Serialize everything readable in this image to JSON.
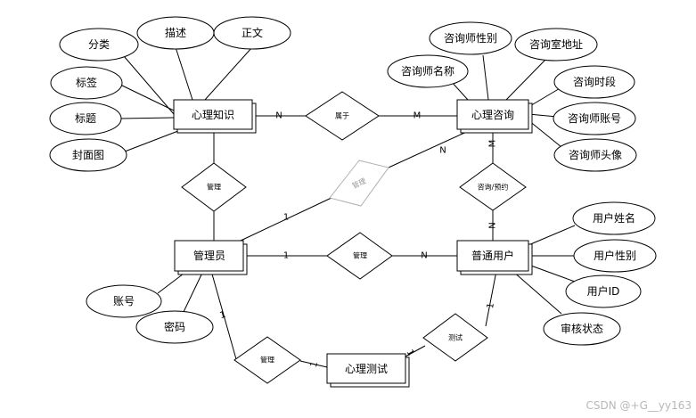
{
  "entities": {
    "knowledge": "心理知识",
    "consult": "心理咨询",
    "admin": "管理员",
    "user": "普通用户",
    "test": "心理测试"
  },
  "knowledge_attrs": {
    "category": "分类",
    "description": "描述",
    "body": "正文",
    "tags": "标签",
    "title": "标题",
    "cover": "封面图"
  },
  "consult_attrs": {
    "gender": "咨询师性别",
    "room_address": "咨询室地址",
    "name": "咨询师名称",
    "time_slot": "咨询时段",
    "account": "咨询师账号",
    "avatar": "咨询师头像"
  },
  "admin_attrs": {
    "account": "账号",
    "password": "密码"
  },
  "user_attrs": {
    "name": "用户姓名",
    "gender": "用户性别",
    "id": "用户ID",
    "audit_status": "审核状态"
  },
  "relationships": {
    "belongs_to": "属于",
    "manage_knowledge": "管理",
    "manage_consult": "管理",
    "manage_user": "管理",
    "manage_test": "管理",
    "consult_booking": "咨询/预约",
    "test": "测试"
  },
  "cardinalities": {
    "knowledge_belongs": "N",
    "consult_belongs": "M",
    "admin_consult": "1",
    "consult_admin": "N",
    "consult_booking": "M",
    "user_booking": "N",
    "admin_user": "1",
    "user_admin": "N",
    "admin_test_a": "1",
    "test_admin": "1",
    "test_test": "1",
    "user_test": "1"
  },
  "watermark": "CSDN @+G__yy163",
  "colors": {
    "line": "#000000",
    "faded": "#9a9a9a",
    "shadow": "#d8d8d8"
  }
}
